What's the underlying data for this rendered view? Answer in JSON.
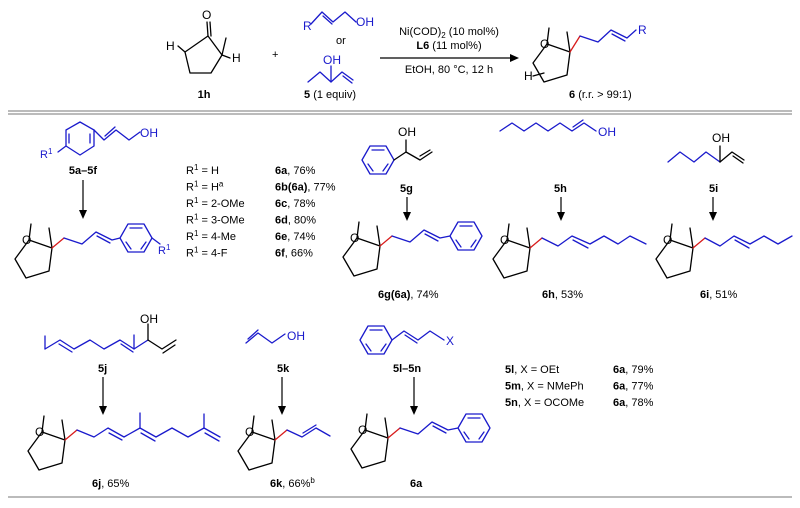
{
  "header": {
    "reactant_label": "1h",
    "plus": "+",
    "or_label": "or",
    "reagent_label": "5",
    "reagent_equiv": "(1 equiv)",
    "catalyst": "Ni(COD)",
    "catalyst_sub": "2",
    "catalyst_load": "(10 mol%)",
    "ligand": "L6",
    "ligand_load": "(11 mol%)",
    "conditions": "EtOH, 80 °C, 12 h",
    "product_label": "6",
    "product_rr": "(r.r. > 99:1)"
  },
  "atoms": {
    "O": "O",
    "H": "H",
    "OH": "OH",
    "R": "R",
    "R1": "R",
    "one": "1",
    "X": "X"
  },
  "scope_a": {
    "substrate": "5a–5f",
    "rows": [
      {
        "r": "R",
        "sup": "1",
        "eq": " = H",
        "eqsup": "",
        "prod": "6a",
        "yield": ", 76%"
      },
      {
        "r": "R",
        "sup": "1",
        "eq": " = H",
        "eqsup": "a",
        "prod": "6b(6a)",
        "yield": ", 77%"
      },
      {
        "r": "R",
        "sup": "1",
        "eq": " = 2-OMe",
        "eqsup": "",
        "prod": "6c",
        "yield": ", 78%"
      },
      {
        "r": "R",
        "sup": "1",
        "eq": " = 3-OMe",
        "eqsup": "",
        "prod": "6d",
        "yield": ", 80%"
      },
      {
        "r": "R",
        "sup": "1",
        "eq": " = 4-Me",
        "eqsup": "",
        "prod": "6e",
        "yield": ", 74%"
      },
      {
        "r": "R",
        "sup": "1",
        "eq": " = 4-F",
        "eqsup": "",
        "prod": "6f",
        "yield": ", 66%"
      }
    ]
  },
  "g": {
    "sub": "5g",
    "prod": "6g(6a)",
    "yield": ", 74%"
  },
  "h": {
    "sub": "5h",
    "prod": "6h",
    "yield": ", 53%"
  },
  "i": {
    "sub": "5i",
    "prod": "6i",
    "yield": ", 51%"
  },
  "j": {
    "sub": "5j",
    "prod": "6j",
    "yield": ", 65%"
  },
  "k": {
    "sub": "5k",
    "prod": "6k",
    "yield": ", 66%",
    "sup": "b"
  },
  "ln": {
    "sub": "5l–5n",
    "prod": "6a",
    "rows": [
      {
        "id": "5l",
        "pad": ",  ",
        "x": "X = OEt",
        "prod": "6a",
        "yield": ", 79%"
      },
      {
        "id": "5m",
        "pad": ",  ",
        "x": "X = NMePh",
        "prod": "6a",
        "yield": ", 77%"
      },
      {
        "id": "5n",
        "pad": ", ",
        "x": "X = OCOMe",
        "prod": "6a",
        "yield": ", 78%"
      }
    ]
  }
}
